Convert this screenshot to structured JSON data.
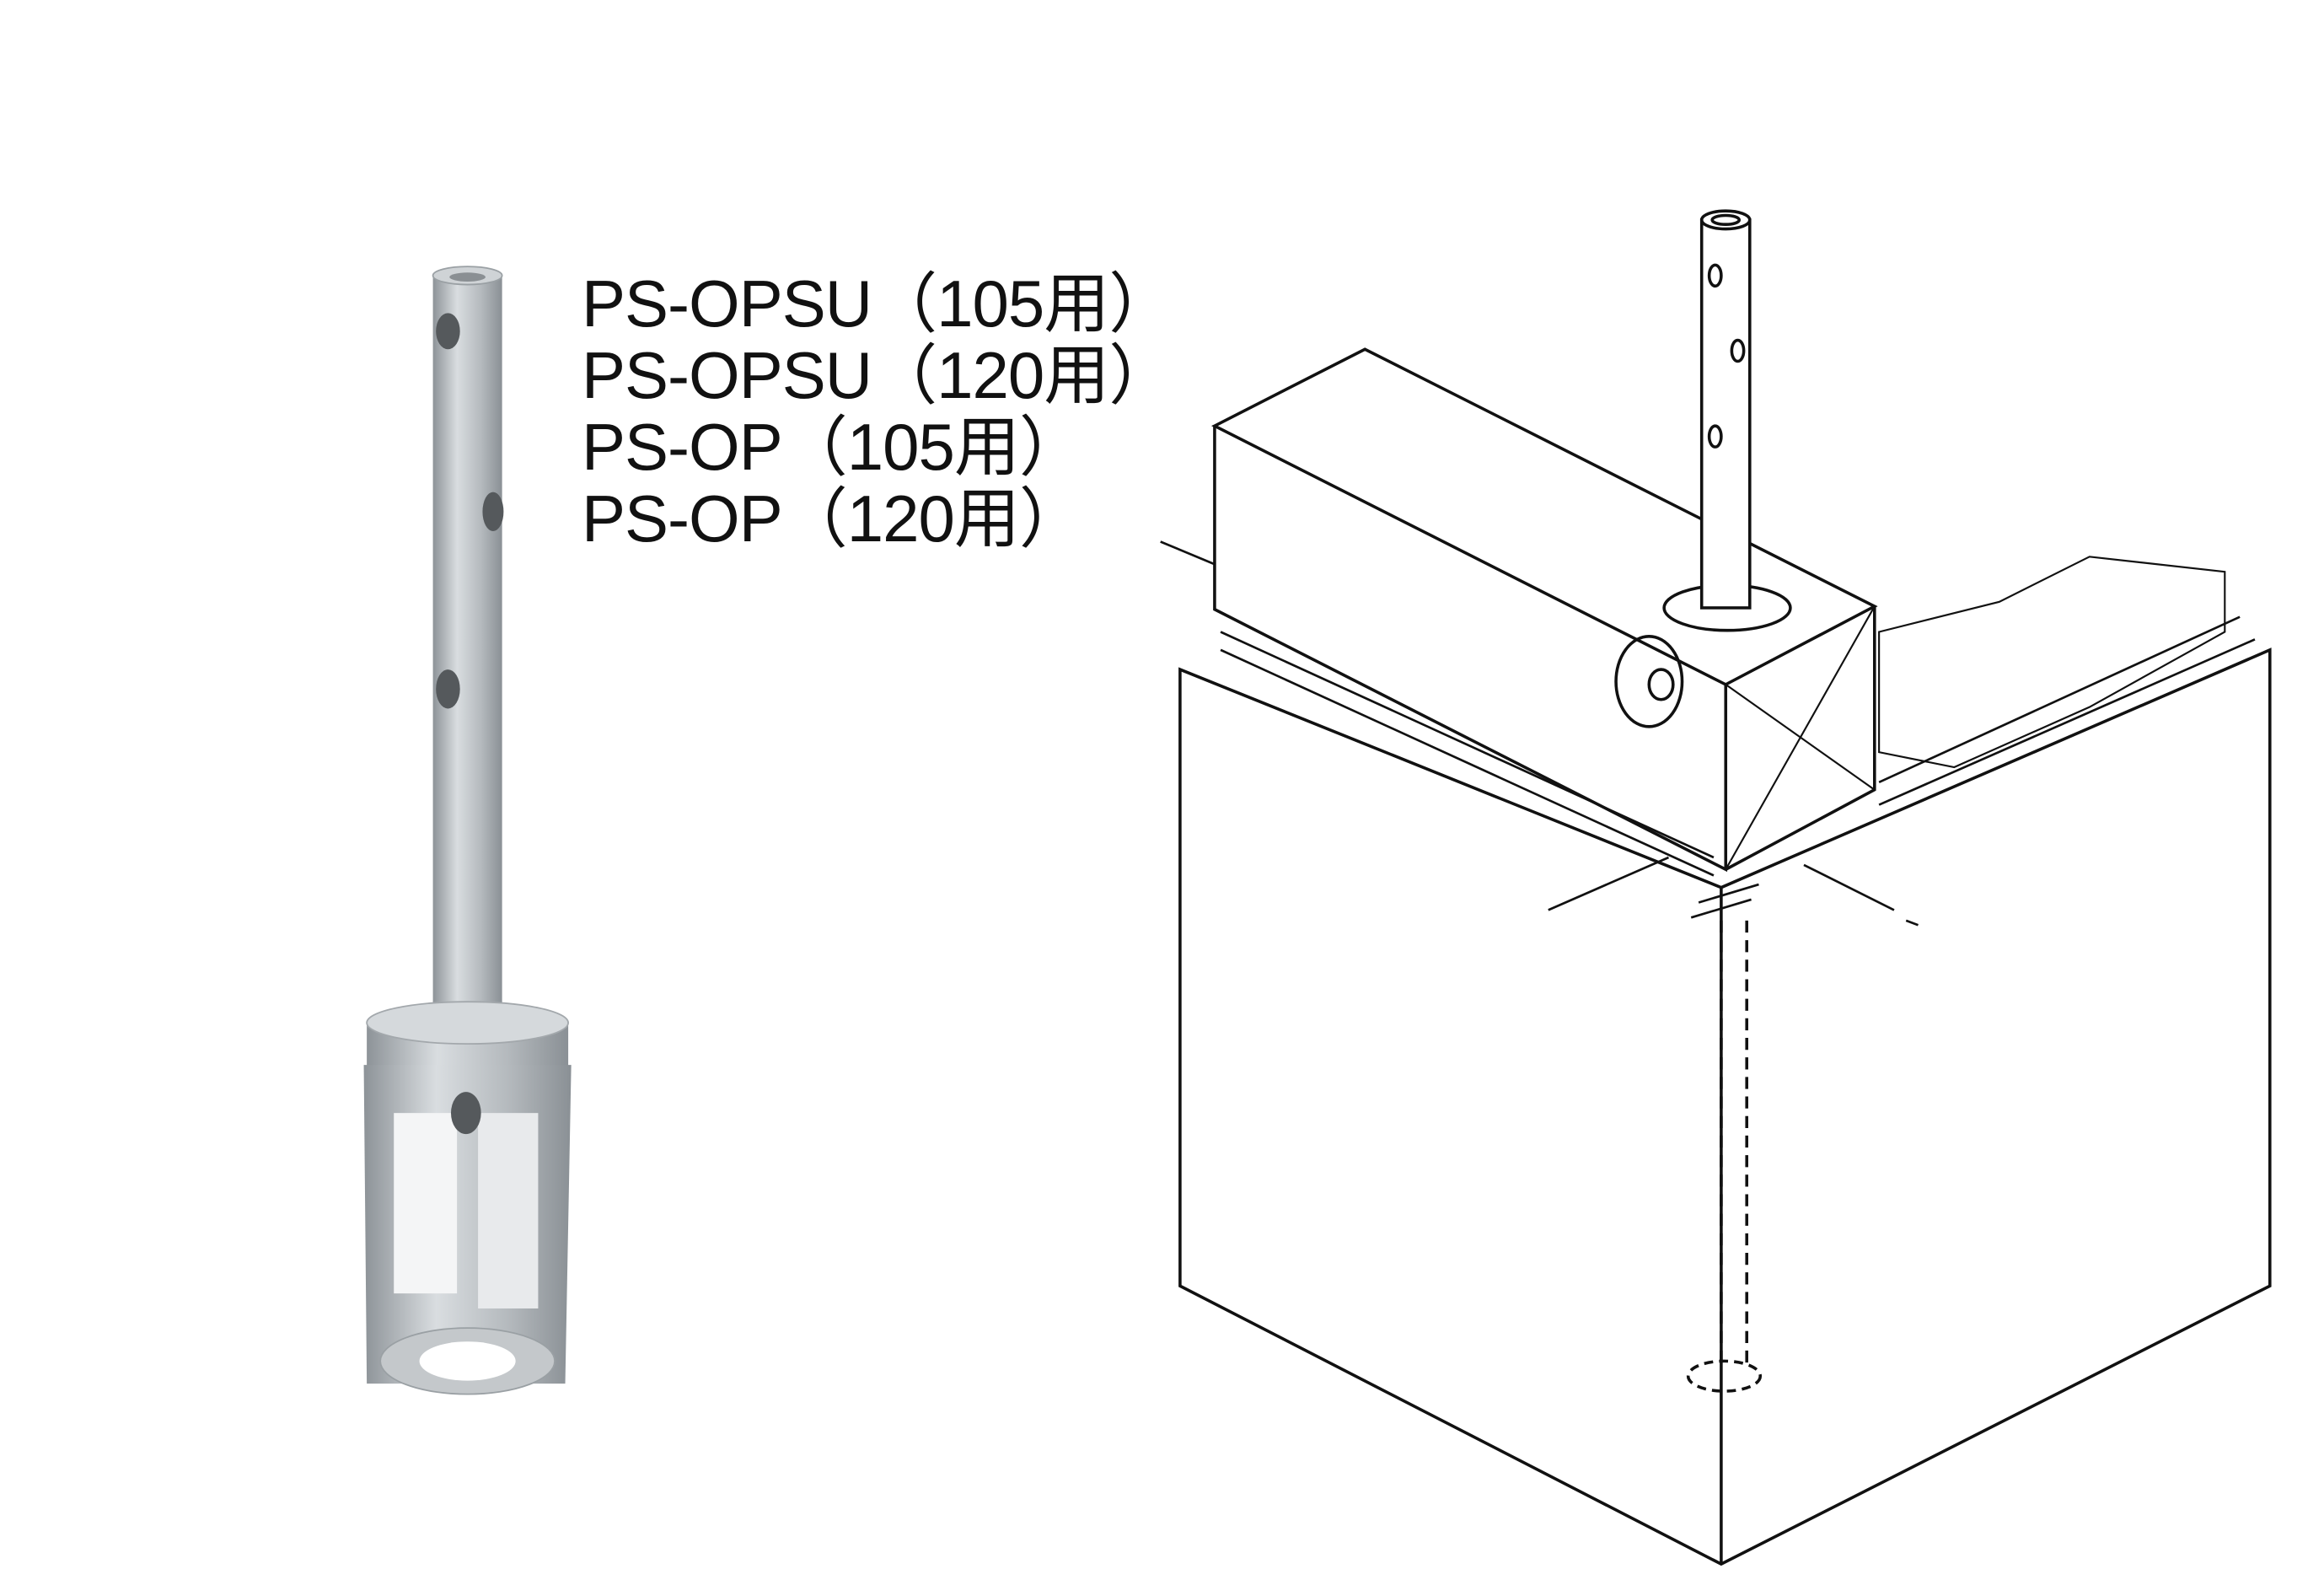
{
  "product_labels": [
    "PS-OPSU（105用）",
    "PS-OPSU（120用）",
    "PS-OP（105用）",
    "PS-OP（120用）"
  ]
}
